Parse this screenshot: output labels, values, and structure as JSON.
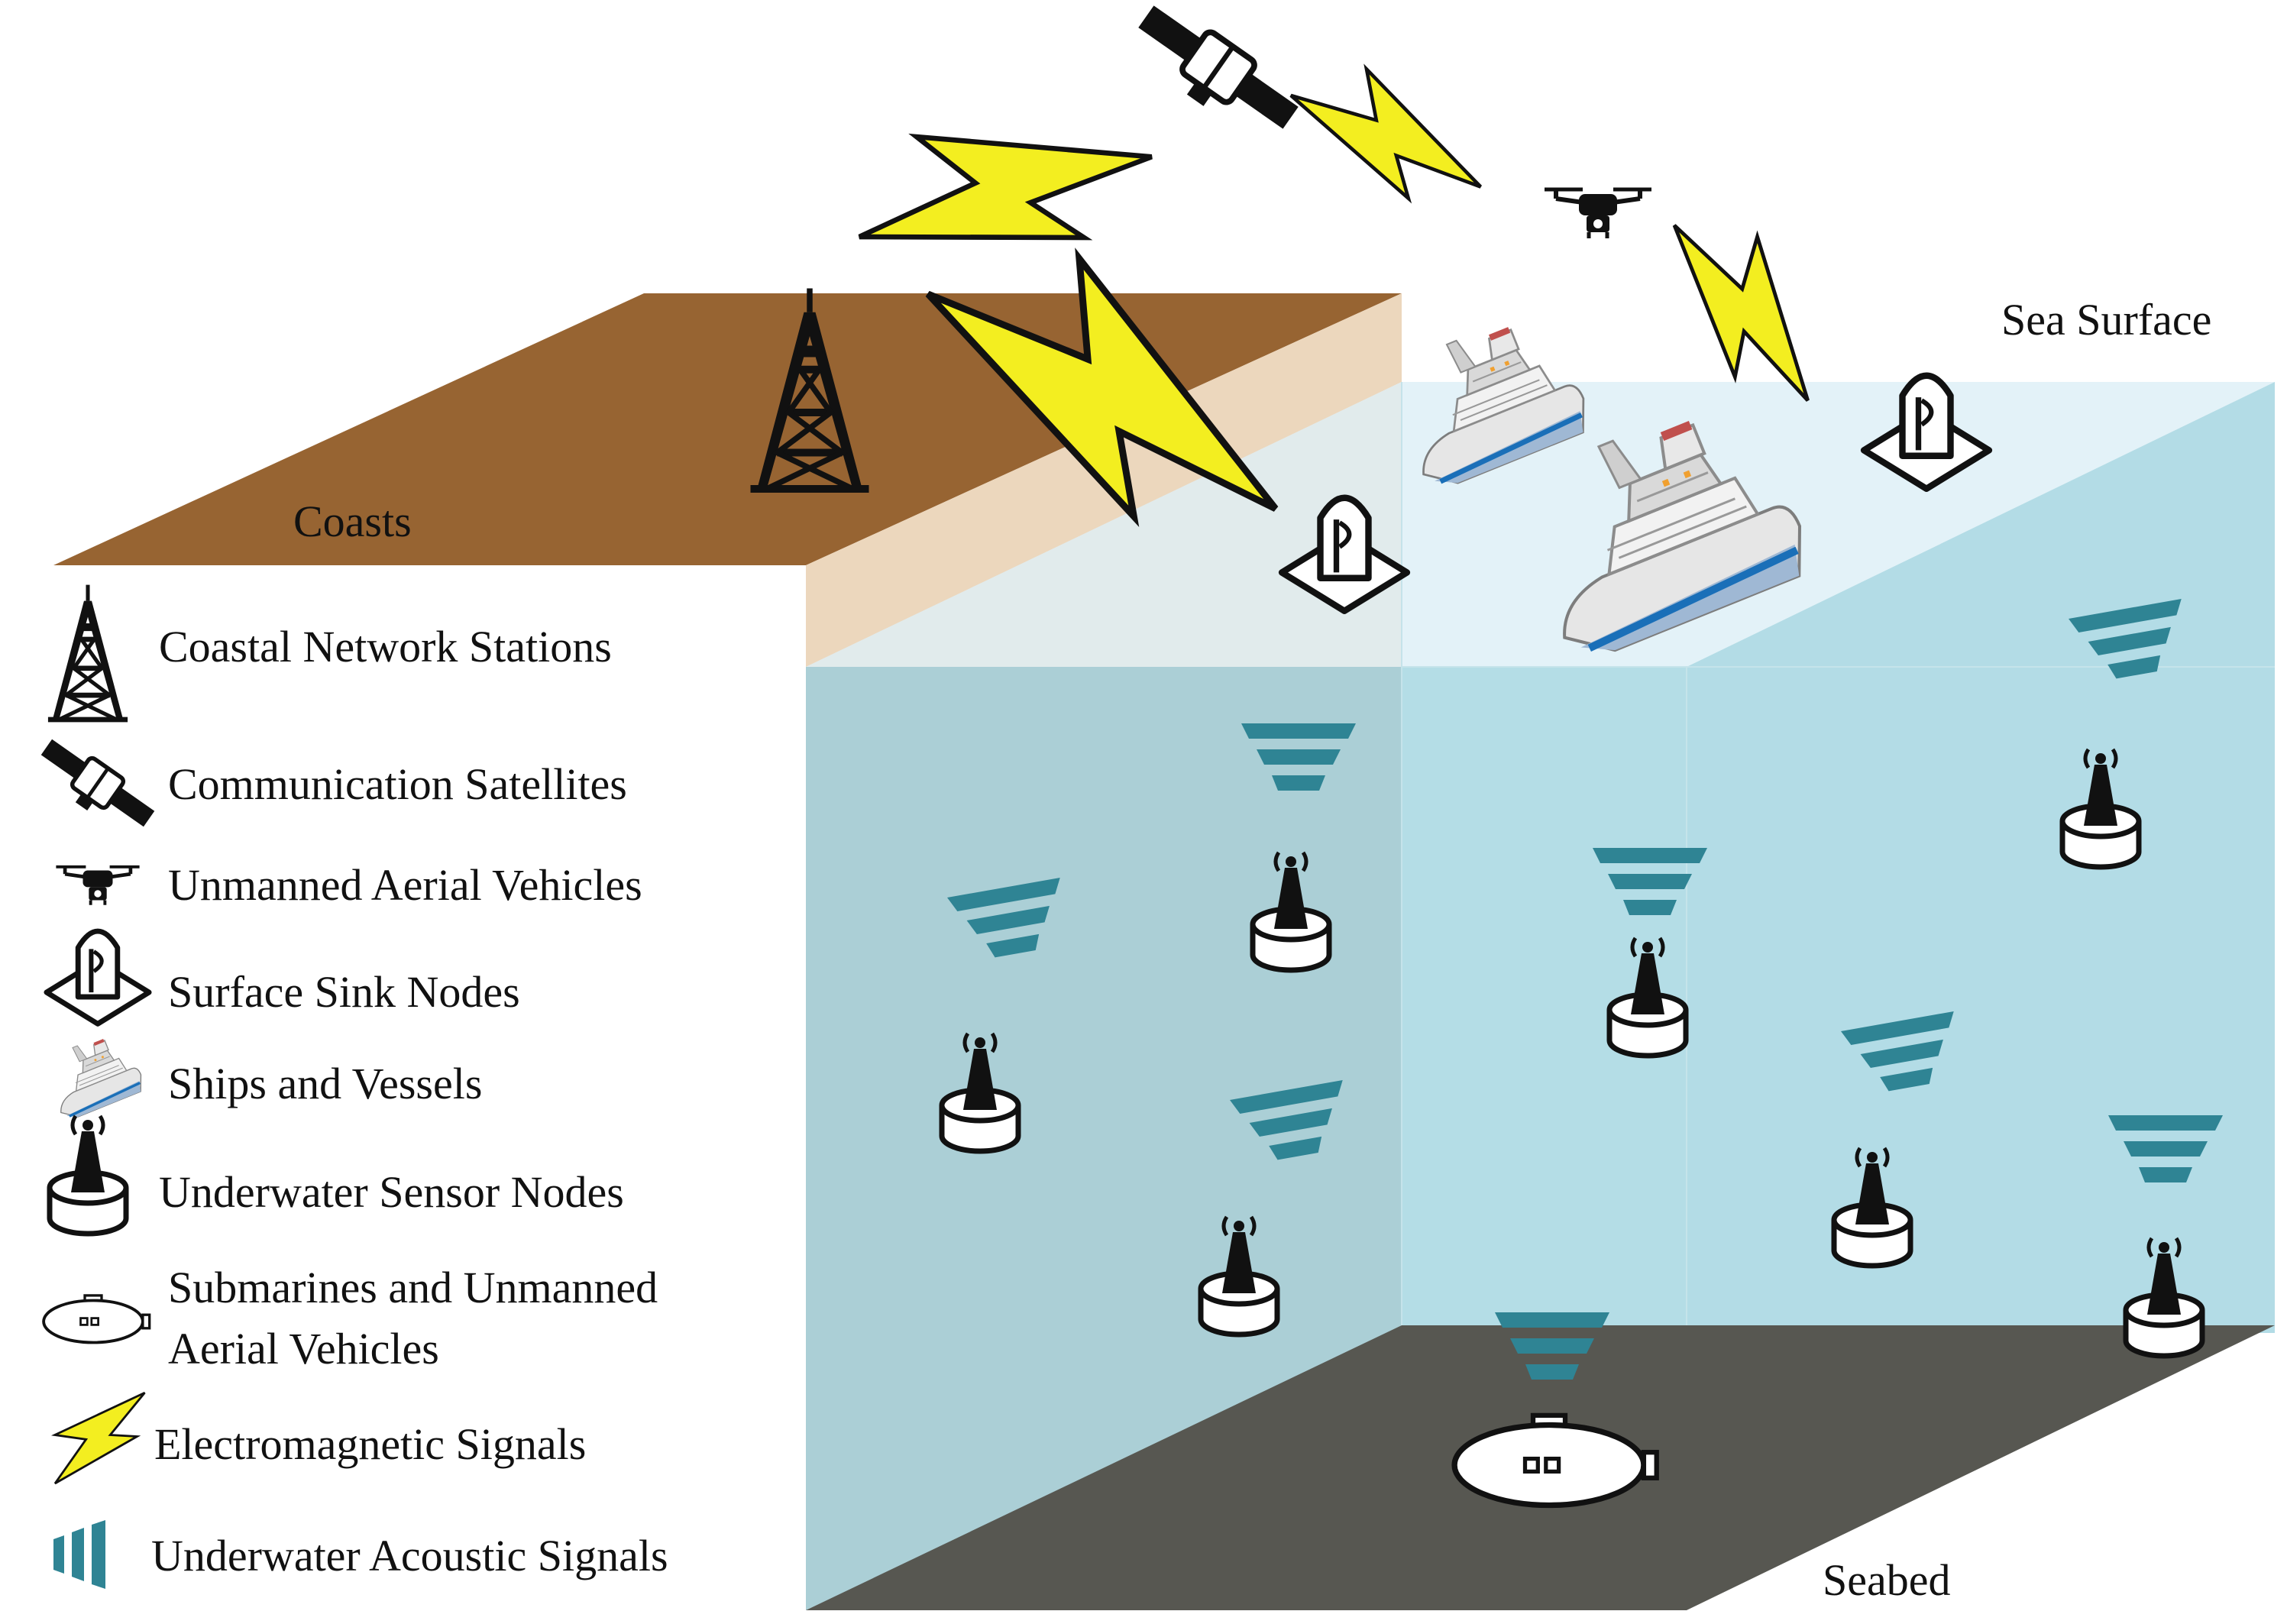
{
  "regions": {
    "sea_surface": "Sea Surface",
    "coasts": "Coasts",
    "seabed": "Seabed"
  },
  "legend": {
    "items": [
      {
        "icon": "tower-icon",
        "lines": [
          "Coastal Network Stations"
        ]
      },
      {
        "icon": "satellite-icon",
        "lines": [
          "Communication Satellites"
        ]
      },
      {
        "icon": "drone-icon",
        "lines": [
          "Unmanned Aerial Vehicles"
        ]
      },
      {
        "icon": "sink-node-icon",
        "lines": [
          "Surface Sink Nodes"
        ]
      },
      {
        "icon": "ship-icon",
        "lines": [
          "Ships and Vessels"
        ]
      },
      {
        "icon": "sensor-node-icon",
        "lines": [
          "Underwater Sensor Nodes"
        ]
      },
      {
        "icon": "submarine-icon",
        "lines": [
          "Submarines and Unmanned",
          "Aerial Vehicles"
        ]
      },
      {
        "icon": "lightning-icon",
        "lines": [
          "Electromagnetic Signals"
        ]
      },
      {
        "icon": "acoustic-icon",
        "lines": [
          "Underwater Acoustic Signals"
        ]
      }
    ]
  },
  "colors": {
    "coast_top": "#976432",
    "coast_side": "#ecd7bd",
    "sea_surface": "#e3f2f8",
    "water_front": "#abcfd6",
    "water_side": "#b4dde6",
    "seabed": "#575751",
    "acoustic": "#2f8494",
    "lightning": "#f3ee20"
  }
}
